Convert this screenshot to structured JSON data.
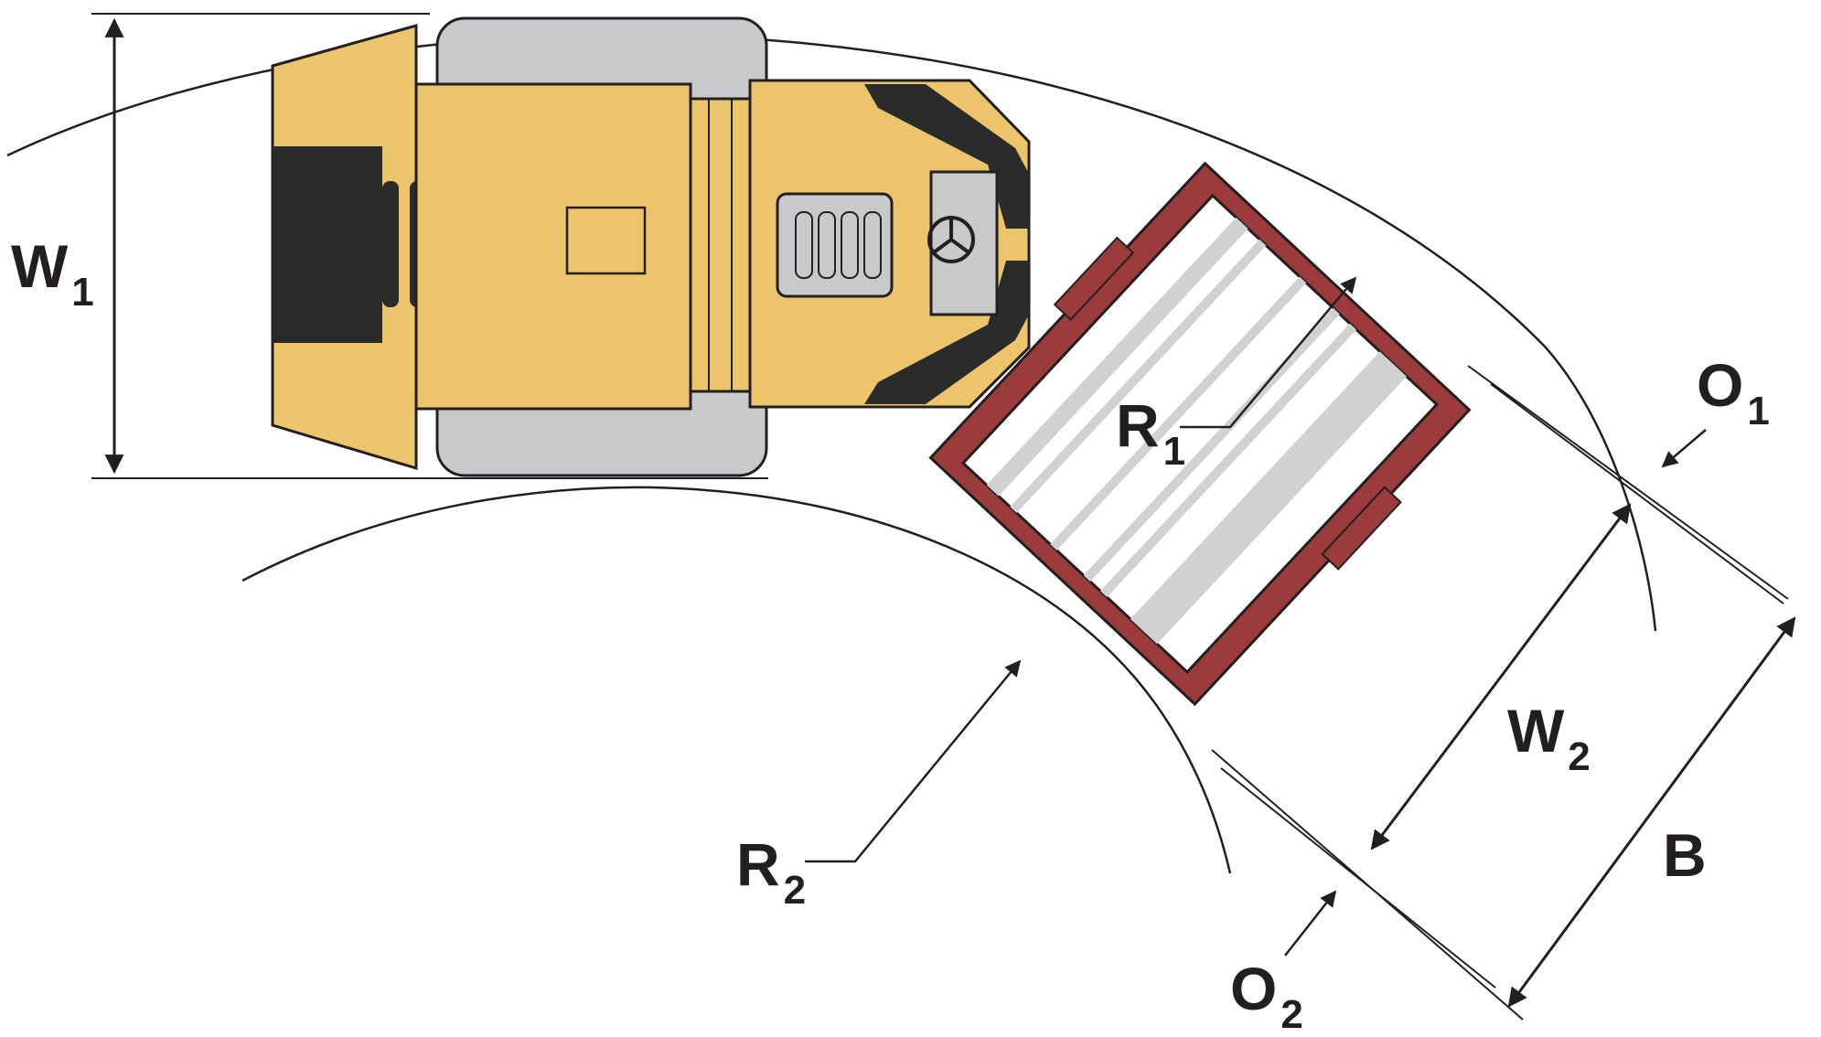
{
  "labels": {
    "w1": {
      "main": "W",
      "sub": "1"
    },
    "w2": {
      "main": "W",
      "sub": "2"
    },
    "r1": {
      "main": "R",
      "sub": "1"
    },
    "r2": {
      "main": "R",
      "sub": "2"
    },
    "o1": {
      "main": "O",
      "sub": "1"
    },
    "o2": {
      "main": "O",
      "sub": "2"
    },
    "b": {
      "main": "B"
    }
  },
  "colors": {
    "machine_yellow": "#ecc46c",
    "tire_gray": "#c8c9cb",
    "frame_red": "#9c3b3b",
    "drum_gray": "#d0d1d3",
    "outline_black": "#231f20",
    "dark": "#2b2b2b"
  }
}
